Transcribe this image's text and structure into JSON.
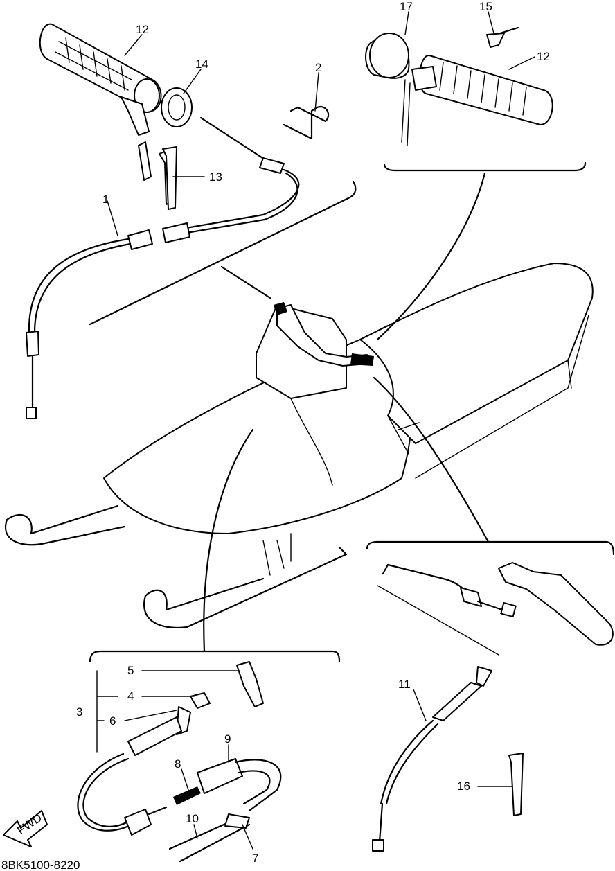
{
  "diagram": {
    "part_number": "8BK5100-8220",
    "fwd_label": "FWD",
    "callouts": {
      "c1": "1",
      "c2": "2",
      "c3": "3",
      "c4": "4",
      "c5": "5",
      "c6": "6",
      "c7": "7",
      "c8": "8",
      "c9": "9",
      "c10": "10",
      "c11": "11",
      "c12_left": "12",
      "c12_right": "12",
      "c13": "13",
      "c14": "14",
      "c15": "15",
      "c16": "16",
      "c17": "17"
    }
  }
}
